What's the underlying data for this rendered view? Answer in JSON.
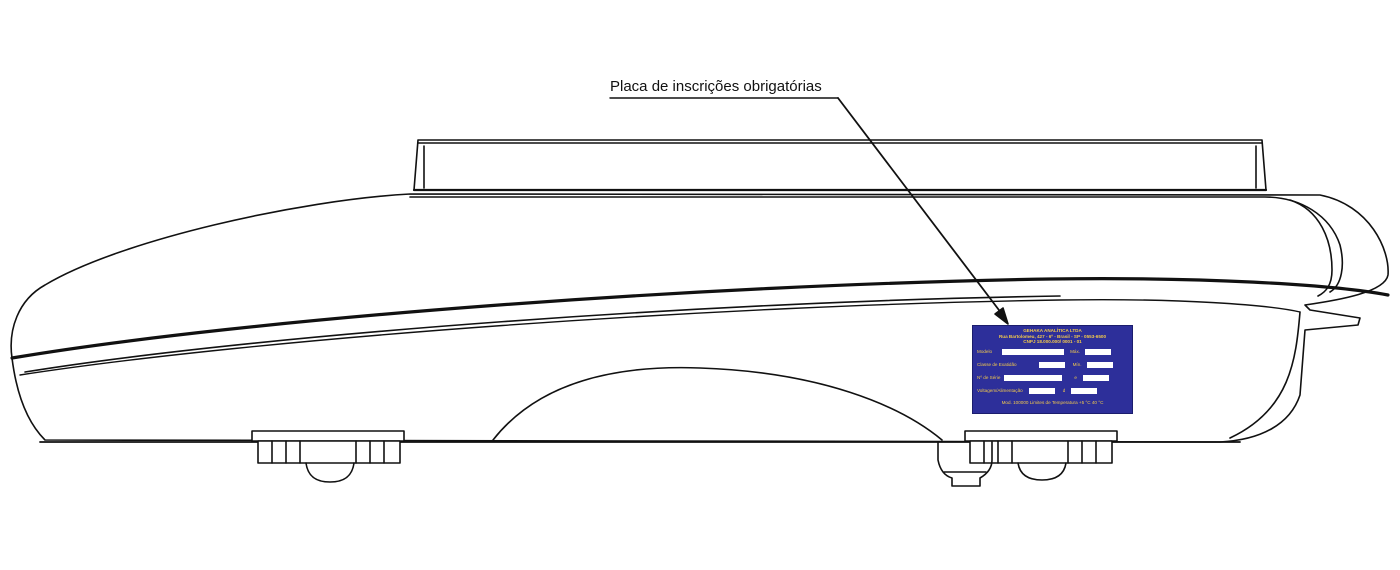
{
  "callout": {
    "label": "Placa de inscrições obrigatórias"
  },
  "plate": {
    "header_lines": [
      "GEHAKA ANALÍTICA LTDA",
      "Rua Bartolomeu, 427 - 6º - Brasil - SP - 0553-6500",
      "CNPJ 18.000.000/ 0001 - 01"
    ],
    "fields": [
      {
        "left_label": "Modelo",
        "right_label": "Máx."
      },
      {
        "left_label": "Classe de Exatidão",
        "right_label": "Mín."
      },
      {
        "left_label": "Nº de Série",
        "right_label": "e"
      },
      {
        "left_label": "Voltagem/Alimentação",
        "right_label": "d"
      }
    ],
    "footer": "Mod. 100000 Limites de Temperatura +5 °C 40 °C"
  },
  "colors": {
    "plate_background": "#2d2f9a",
    "plate_text": "#f2c94c",
    "line": "#111111"
  }
}
